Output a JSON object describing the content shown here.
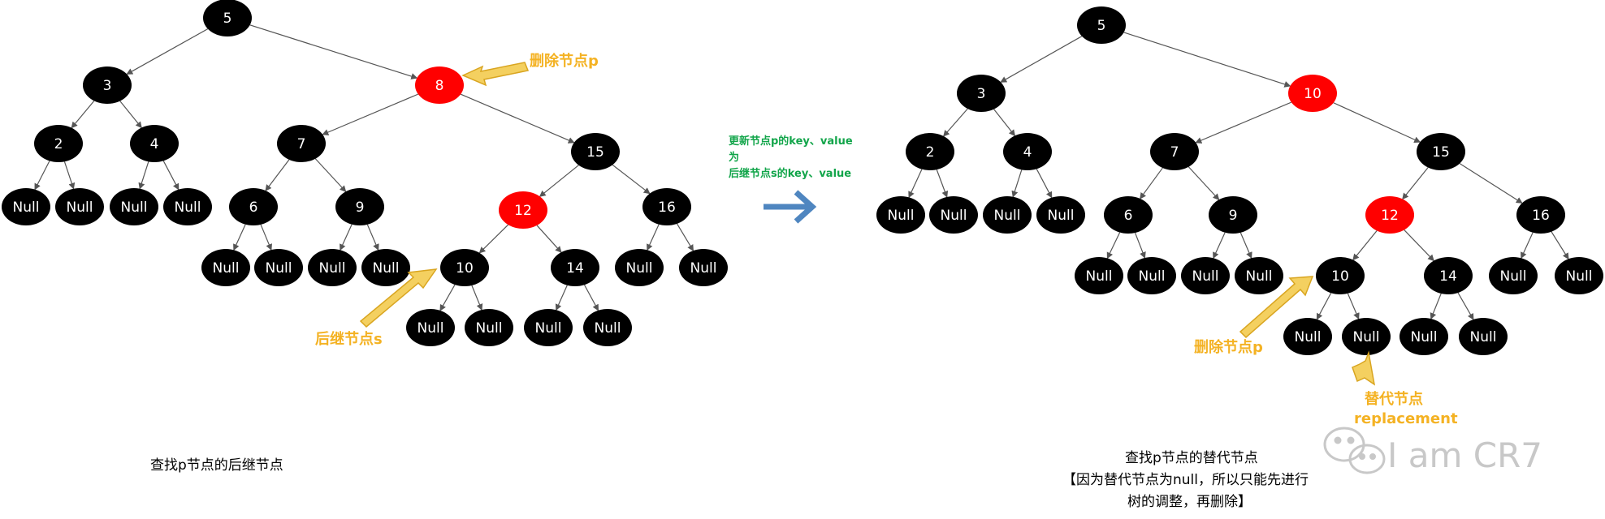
{
  "colors": {
    "black_node": "#000000",
    "red_node": "#ff0000",
    "edge": "#555555",
    "annotation": "#f4b223",
    "transition_text": "#12a54a",
    "transition_arrow": "#4f86c0",
    "watermark": "#c8c8c8"
  },
  "left_tree": {
    "nodes": [
      {
        "id": "5",
        "label": "5",
        "color": "black"
      },
      {
        "id": "3",
        "label": "3",
        "color": "black"
      },
      {
        "id": "8",
        "label": "8",
        "color": "red"
      },
      {
        "id": "2",
        "label": "2",
        "color": "black"
      },
      {
        "id": "4",
        "label": "4",
        "color": "black"
      },
      {
        "id": "7",
        "label": "7",
        "color": "black"
      },
      {
        "id": "15",
        "label": "15",
        "color": "black"
      },
      {
        "id": "n1",
        "label": "Null",
        "color": "black"
      },
      {
        "id": "n2",
        "label": "Null",
        "color": "black"
      },
      {
        "id": "n3",
        "label": "Null",
        "color": "black"
      },
      {
        "id": "n4",
        "label": "Null",
        "color": "black"
      },
      {
        "id": "6",
        "label": "6",
        "color": "black"
      },
      {
        "id": "9",
        "label": "9",
        "color": "black"
      },
      {
        "id": "12",
        "label": "12",
        "color": "red"
      },
      {
        "id": "16",
        "label": "16",
        "color": "black"
      },
      {
        "id": "n5",
        "label": "Null",
        "color": "black"
      },
      {
        "id": "n6",
        "label": "Null",
        "color": "black"
      },
      {
        "id": "n7",
        "label": "Null",
        "color": "black"
      },
      {
        "id": "n8",
        "label": "Null",
        "color": "black"
      },
      {
        "id": "10",
        "label": "10",
        "color": "black"
      },
      {
        "id": "14",
        "label": "14",
        "color": "black"
      },
      {
        "id": "n9",
        "label": "Null",
        "color": "black"
      },
      {
        "id": "n10",
        "label": "Null",
        "color": "black"
      },
      {
        "id": "n11",
        "label": "Null",
        "color": "black"
      },
      {
        "id": "n12",
        "label": "Null",
        "color": "black"
      },
      {
        "id": "n13",
        "label": "Null",
        "color": "black"
      },
      {
        "id": "n14",
        "label": "Null",
        "color": "black"
      }
    ],
    "edges": [
      [
        "5",
        "3"
      ],
      [
        "5",
        "8"
      ],
      [
        "3",
        "2"
      ],
      [
        "3",
        "4"
      ],
      [
        "8",
        "7"
      ],
      [
        "8",
        "15"
      ],
      [
        "2",
        "n1"
      ],
      [
        "2",
        "n2"
      ],
      [
        "4",
        "n3"
      ],
      [
        "4",
        "n4"
      ],
      [
        "7",
        "6"
      ],
      [
        "7",
        "9"
      ],
      [
        "15",
        "12"
      ],
      [
        "15",
        "16"
      ],
      [
        "6",
        "n5"
      ],
      [
        "6",
        "n6"
      ],
      [
        "9",
        "n7"
      ],
      [
        "9",
        "n8"
      ],
      [
        "12",
        "10"
      ],
      [
        "12",
        "14"
      ],
      [
        "16",
        "n9"
      ],
      [
        "16",
        "n10"
      ],
      [
        "10",
        "n11"
      ],
      [
        "10",
        "n12"
      ],
      [
        "14",
        "n13"
      ],
      [
        "14",
        "n14"
      ]
    ],
    "annotations": {
      "delete_p": "删除节点p",
      "successor_s": "后继节点s"
    },
    "caption": "查找p节点的后继节点"
  },
  "transition": {
    "line1": "更新节点p的key、value",
    "line2": "为",
    "line3": "后继节点s的key、value"
  },
  "right_tree": {
    "nodes": [
      {
        "id": "5",
        "label": "5",
        "color": "black"
      },
      {
        "id": "3",
        "label": "3",
        "color": "black"
      },
      {
        "id": "10top",
        "label": "10",
        "color": "red"
      },
      {
        "id": "2",
        "label": "2",
        "color": "black"
      },
      {
        "id": "4",
        "label": "4",
        "color": "black"
      },
      {
        "id": "7",
        "label": "7",
        "color": "black"
      },
      {
        "id": "15",
        "label": "15",
        "color": "black"
      },
      {
        "id": "n1",
        "label": "Null",
        "color": "black"
      },
      {
        "id": "n2",
        "label": "Null",
        "color": "black"
      },
      {
        "id": "n3",
        "label": "Null",
        "color": "black"
      },
      {
        "id": "n4",
        "label": "Null",
        "color": "black"
      },
      {
        "id": "6",
        "label": "6",
        "color": "black"
      },
      {
        "id": "9",
        "label": "9",
        "color": "black"
      },
      {
        "id": "12",
        "label": "12",
        "color": "red"
      },
      {
        "id": "16",
        "label": "16",
        "color": "black"
      },
      {
        "id": "n5",
        "label": "Null",
        "color": "black"
      },
      {
        "id": "n6",
        "label": "Null",
        "color": "black"
      },
      {
        "id": "n7",
        "label": "Null",
        "color": "black"
      },
      {
        "id": "n8",
        "label": "Null",
        "color": "black"
      },
      {
        "id": "10",
        "label": "10",
        "color": "black"
      },
      {
        "id": "14",
        "label": "14",
        "color": "black"
      },
      {
        "id": "n9",
        "label": "Null",
        "color": "black"
      },
      {
        "id": "n10",
        "label": "Null",
        "color": "black"
      },
      {
        "id": "n11",
        "label": "Null",
        "color": "black"
      },
      {
        "id": "n12",
        "label": "Null",
        "color": "black"
      },
      {
        "id": "n13",
        "label": "Null",
        "color": "black"
      },
      {
        "id": "n14",
        "label": "Null",
        "color": "black"
      }
    ],
    "edges": [
      [
        "5",
        "3"
      ],
      [
        "5",
        "10top"
      ],
      [
        "3",
        "2"
      ],
      [
        "3",
        "4"
      ],
      [
        "10top",
        "7"
      ],
      [
        "10top",
        "15"
      ],
      [
        "2",
        "n1"
      ],
      [
        "2",
        "n2"
      ],
      [
        "4",
        "n3"
      ],
      [
        "4",
        "n4"
      ],
      [
        "7",
        "6"
      ],
      [
        "7",
        "9"
      ],
      [
        "15",
        "12"
      ],
      [
        "15",
        "16"
      ],
      [
        "6",
        "n5"
      ],
      [
        "6",
        "n6"
      ],
      [
        "9",
        "n7"
      ],
      [
        "9",
        "n8"
      ],
      [
        "12",
        "10"
      ],
      [
        "12",
        "14"
      ],
      [
        "16",
        "n9"
      ],
      [
        "16",
        "n10"
      ],
      [
        "10",
        "n11"
      ],
      [
        "10",
        "n12"
      ],
      [
        "14",
        "n13"
      ],
      [
        "14",
        "n14"
      ]
    ],
    "annotations": {
      "delete_p": "删除节点p",
      "replacement_cn": "替代节点",
      "replacement_en": "replacement"
    },
    "caption": {
      "line1": "查找p节点的替代节点",
      "line2": "【因为替代节点为null，所以只能先进行",
      "line3": "树的调整，再删除】"
    }
  },
  "watermark": {
    "text": "I am CR7",
    "icon": "wechat-icon"
  }
}
